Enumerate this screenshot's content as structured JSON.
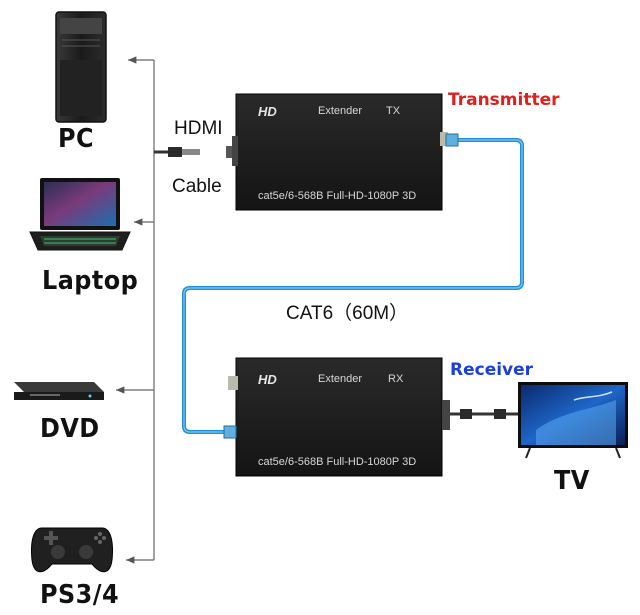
{
  "devices": {
    "pc": "PC",
    "laptop": "Laptop",
    "dvd": "DVD",
    "ps": "PS3/4",
    "tv": "TV"
  },
  "cable": {
    "hdmi": "HDMI",
    "cable": "Cable",
    "cat6": "CAT6（60M）"
  },
  "transmitter": {
    "role": "Transmitter",
    "hd": "HD",
    "extender": "Extender",
    "mode": "TX",
    "spec": "cat5e/6-568B Full-HD-1080P  3D"
  },
  "receiver": {
    "role": "Receiver",
    "hd": "HD",
    "extender": "Extender",
    "mode": "RX",
    "spec": "cat5e/6-568B Full-HD-1080P  3D"
  },
  "colors": {
    "transmitter_label": "#e0201c",
    "receiver_label": "#1c3fd6",
    "network_cable": "#1f8fd8",
    "box": "#1c1c1c"
  }
}
